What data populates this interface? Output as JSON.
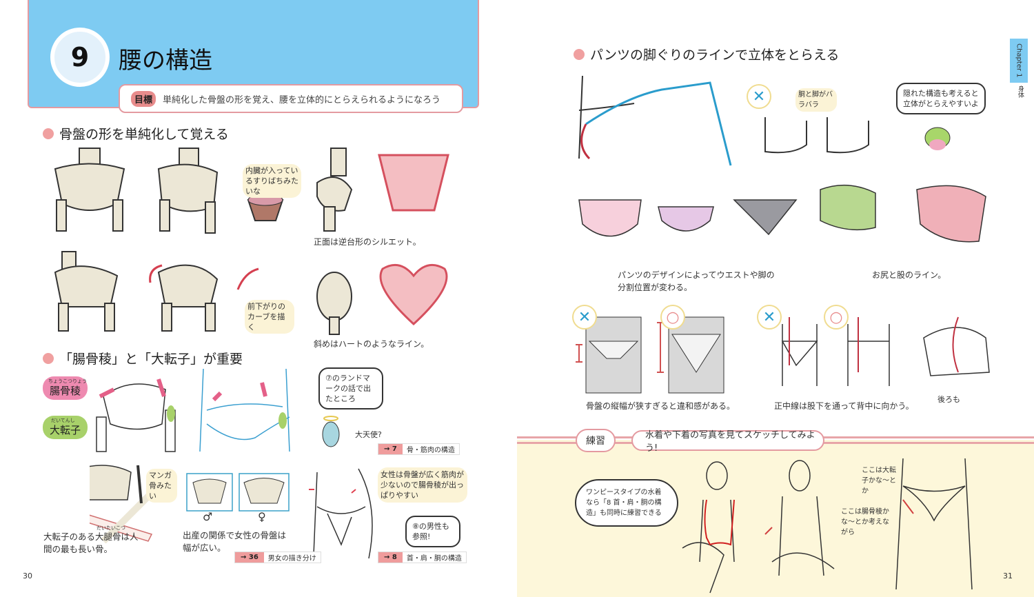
{
  "left_page": {
    "section_number": "9",
    "title": "腰の構造",
    "goal_badge": "目標",
    "goal_text": "単純化した骨盤の形を覚え、腰を立体的にとらえられるようになろう",
    "section1_heading": "骨盤の形を単純化して覚える",
    "note_bowl": "内臓が入っているすりばちみたいな",
    "caption_front": "正面は逆台形のシルエット。",
    "note_curve": "前下がりのカーブを描く",
    "caption_diag": "斜めはハートのようなライン。",
    "section2_heading": "「腸骨稜」と「大転子」が重要",
    "label_iliac": "腸骨稜",
    "label_iliac_ruby": "ちょうこつりょう",
    "label_trochanter": "大転子",
    "label_trochanter_ruby": "だいてんし",
    "bubble_landmark": "⑦のランドマークの話で出たところ",
    "note_angel": "大天使?",
    "ref1": {
      "num": "7",
      "text": "骨・筋肉の構造"
    },
    "note_manga_bone": "マンガ骨みたい",
    "caption_femur": "大転子のある大腿骨は人間の最も長い骨。",
    "caption_femur_ruby": "だいたいこつ",
    "symbol_male": "♂",
    "symbol_female": "♀",
    "caption_female_pelvis": "出産の関係で女性の骨盤は幅が広い。",
    "ref2": {
      "num": "36",
      "text": "男女の描き分け"
    },
    "note_female": "女性は骨盤が広く筋肉が少ないので腸骨稜が出っぱりやすい",
    "bubble_see_male": "⑧の男性も参照!",
    "ref3": {
      "num": "8",
      "text": "首・肩・胴の構造"
    },
    "page_number": "30"
  },
  "right_page": {
    "section_heading": "パンツの脚ぐりのラインで立体をとらえる",
    "chapter_tab": "Chapter 1",
    "chapter_sub": "身体",
    "mark_wrong": "✕",
    "mark_right": "○",
    "note_disjoint": "胴と脚がバラバラ",
    "bubble_hidden": "隠れた構造も考えると立体がとらえやすいよ",
    "caption_design": "パンツのデザインによってウエストや脚の分割位置が変わる。",
    "caption_buttocks": "お尻と股のライン。",
    "caption_height": "骨盤の縦幅が狭すぎると違和感がある。",
    "caption_midline": "正中線は股下を通って背中に向かう。",
    "note_back": "後ろも",
    "practice_label": "練習",
    "practice_text": "水着や下着の写真を見てスケッチしてみよう!",
    "bubble_swimsuit": "ワンピースタイプの水着なら「8 首・肩・胴の構造」も同時に練習できる",
    "note_iliac": "ここは腸骨稜かな〜とか考えながら",
    "note_trochanter": "ここは大転子かな〜とか",
    "page_number": "31"
  },
  "colors": {
    "header_blue": "#7ecbf2",
    "pink": "#e49aa0",
    "bone": "#ece7d6",
    "cream": "#fdf7da"
  }
}
